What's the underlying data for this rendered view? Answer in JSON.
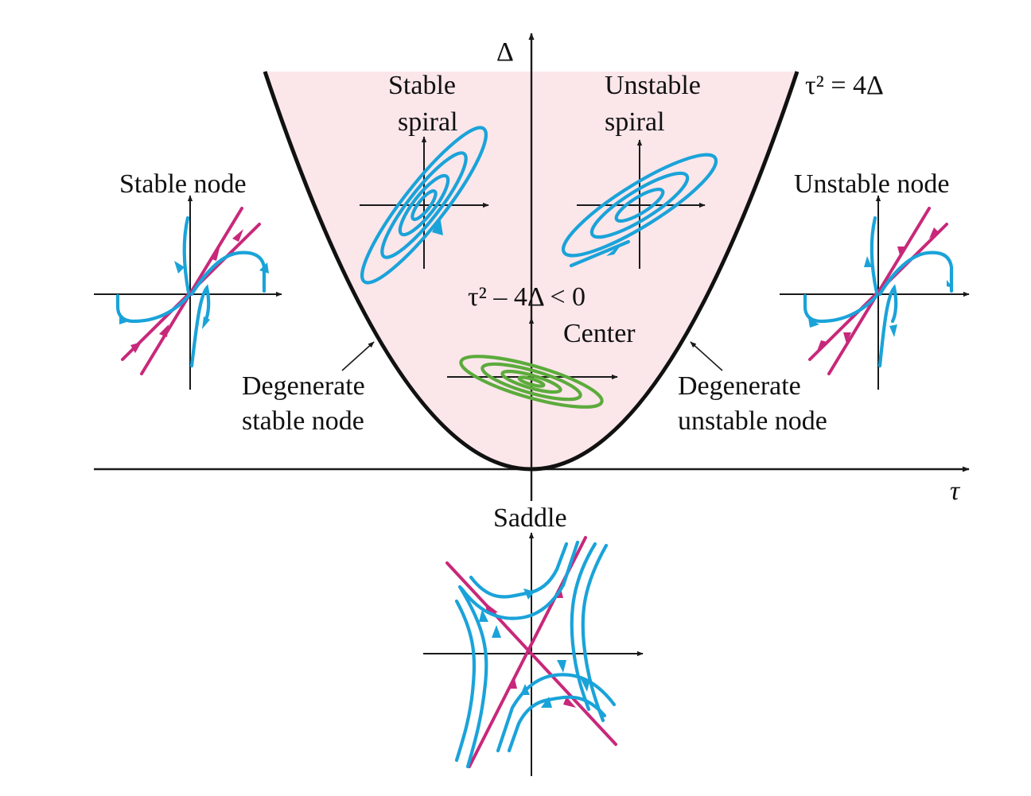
{
  "axes": {
    "vertical_label": "Δ",
    "horizontal_label": "τ"
  },
  "labels": {
    "parabola_eq": "τ² = 4Δ",
    "region_condition": "τ² – 4Δ < 0",
    "stable_spiral_l1": "Stable",
    "stable_spiral_l2": "spiral",
    "unstable_spiral_l1": "Unstable",
    "unstable_spiral_l2": "spiral",
    "stable_node": "Stable node",
    "unstable_node": "Unstable node",
    "center": "Center",
    "degenerate_stable_l1": "Degenerate",
    "degenerate_stable_l2": "stable node",
    "degenerate_unstable_l1": "Degenerate",
    "degenerate_unstable_l2": "unstable node",
    "saddle": "Saddle"
  },
  "colors": {
    "trajectory": "#1aa3d9",
    "eigen_line": "#c8287a",
    "center_orbit": "#5cab3c",
    "complex_region": "#fbe6ea",
    "parabola": "#111111"
  }
}
